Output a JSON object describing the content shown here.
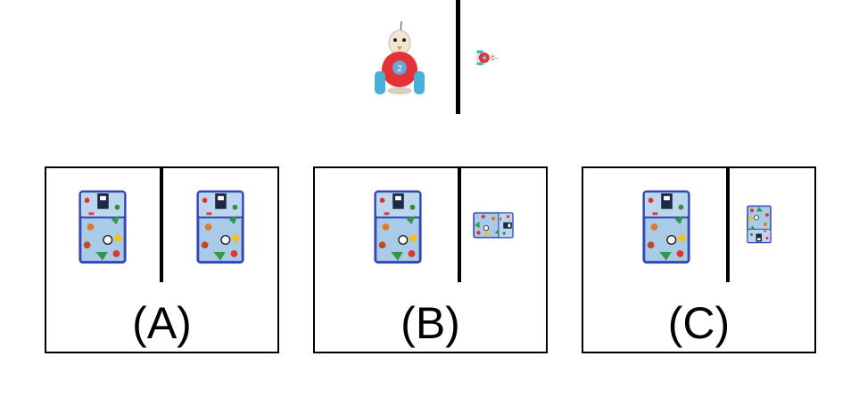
{
  "options": [
    {
      "id": "A",
      "label": "(A)"
    },
    {
      "id": "B",
      "label": "(B)"
    },
    {
      "id": "C",
      "label": "(C)"
    }
  ],
  "colors": {
    "lunchbag_base": "#a9cbe8",
    "lunchbag_trim": "#3246b4",
    "toy_body": "#e53238",
    "toy_wheels": "#4ab0d8",
    "toy_head": "#efe6d8"
  },
  "icons": {
    "reference_object": "toy-bird-car-icon",
    "panel_object": "lunch-bag-icon"
  }
}
